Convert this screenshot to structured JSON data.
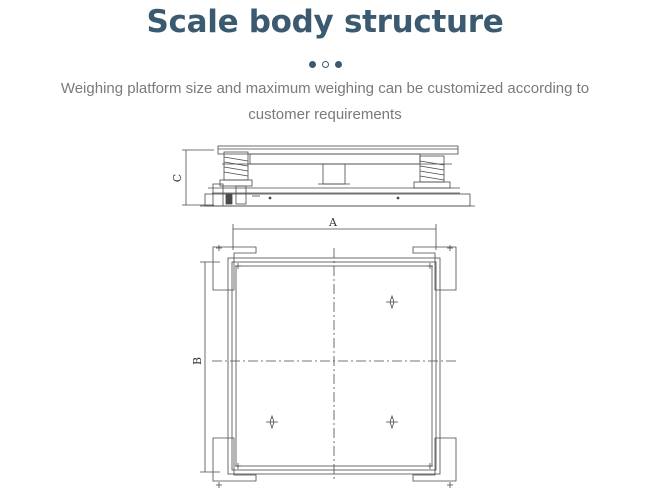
{
  "header": {
    "title": "Scale body structure",
    "subtitle": "Weighing platform size and maximum weighing can be customized according to customer requirements"
  },
  "carousel": {
    "dots": [
      "filled",
      "hollow",
      "filled"
    ]
  },
  "diagram": {
    "dimension_labels": {
      "height": "C",
      "length": "A",
      "width": "B"
    },
    "line_color": "#444444",
    "accent_color": "#3b5a70"
  }
}
